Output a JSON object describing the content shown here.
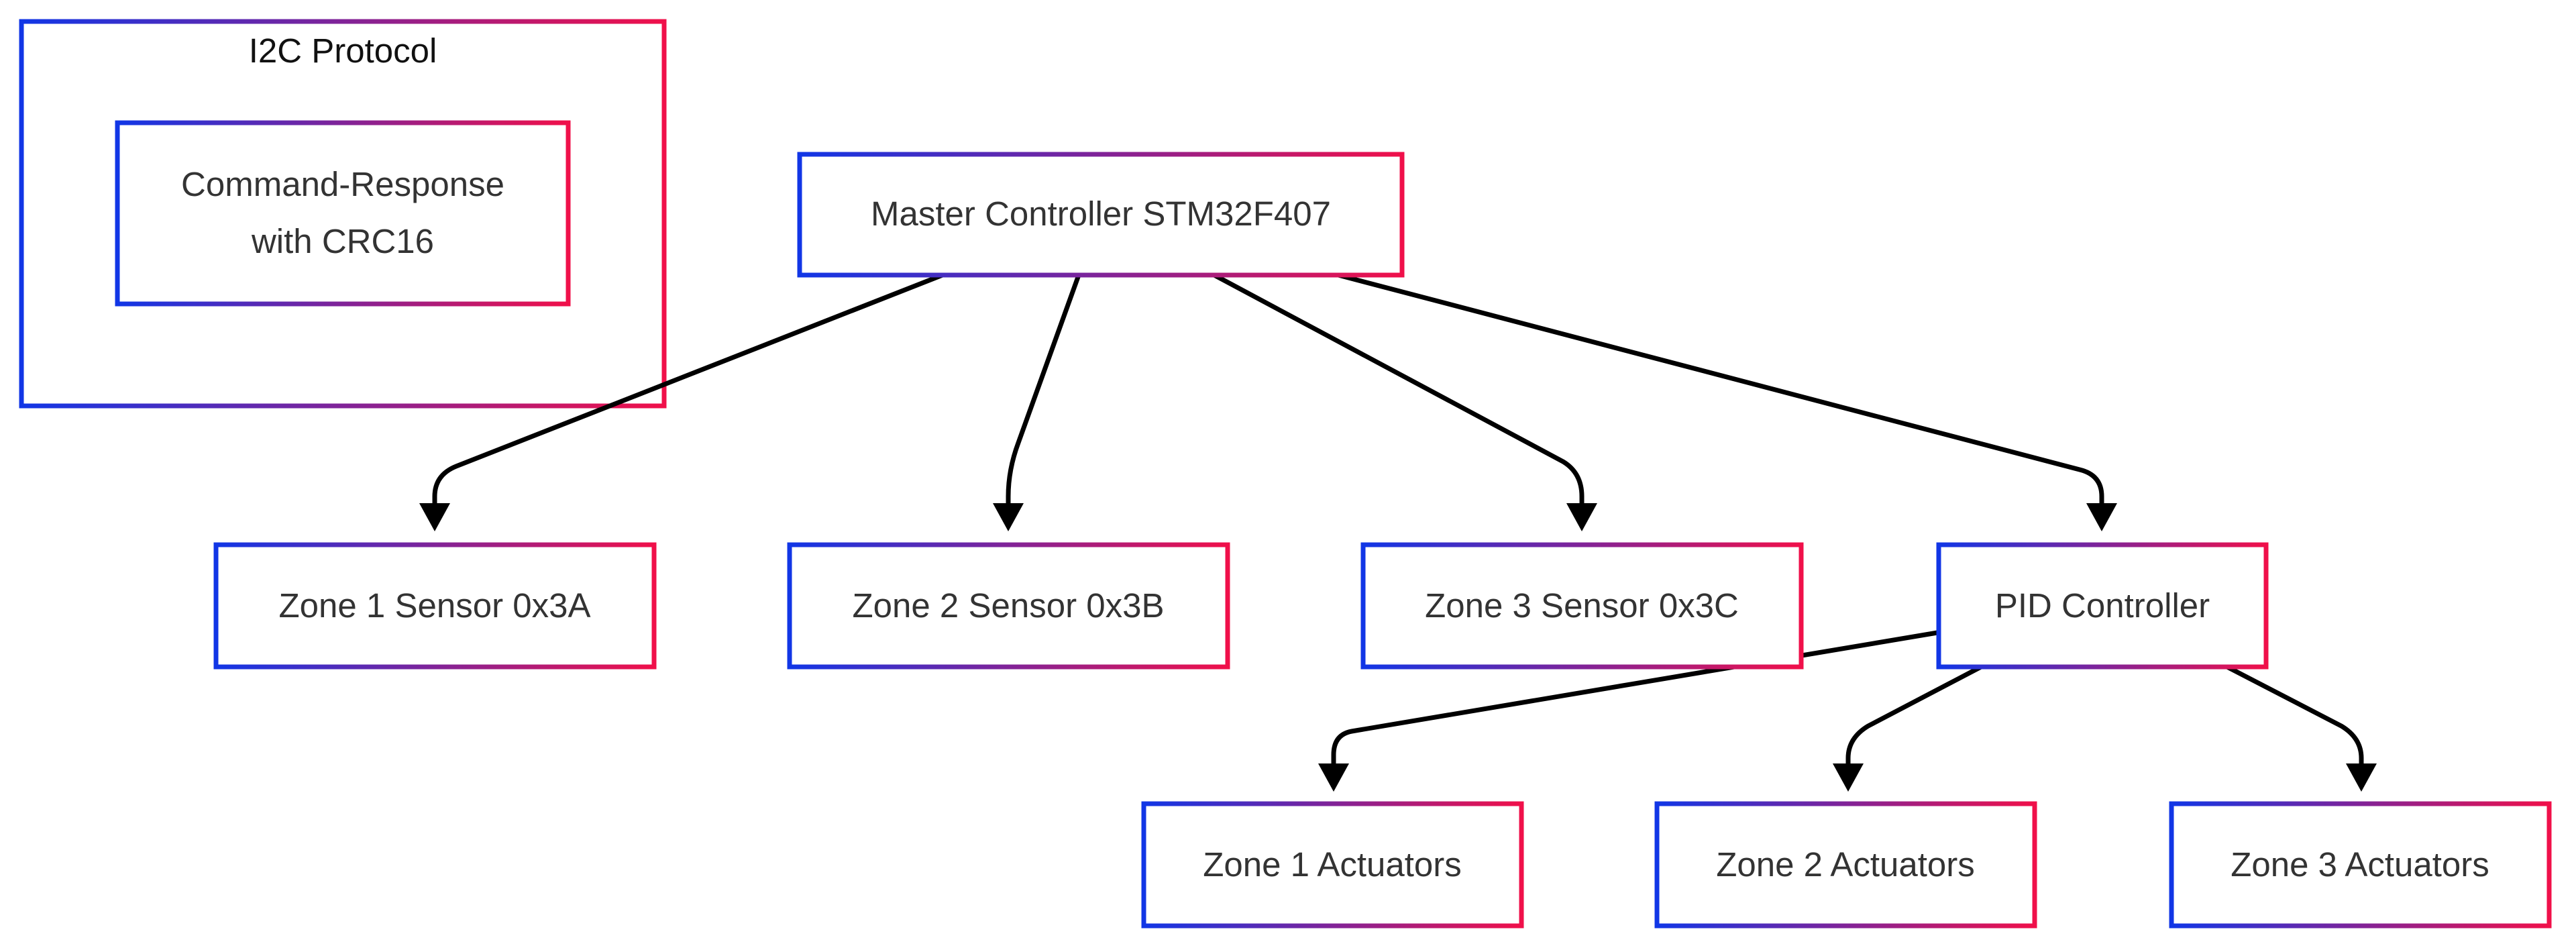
{
  "colors": {
    "border_start": "#1136e6",
    "border_end": "#f0104a",
    "edge": "#000000",
    "text": "#333333"
  },
  "group": {
    "title": "I2C Protocol",
    "node_line1": "Command-Response",
    "node_line2": "with CRC16"
  },
  "nodes": {
    "master": "Master Controller STM32F407",
    "zone1_sensor": "Zone 1 Sensor 0x3A",
    "zone2_sensor": "Zone 2 Sensor 0x3B",
    "zone3_sensor": "Zone 3 Sensor 0x3C",
    "pid": "PID Controller",
    "zone1_actuators": "Zone 1 Actuators",
    "zone2_actuators": "Zone 2 Actuators",
    "zone3_actuators": "Zone 3 Actuators"
  },
  "edges": [
    {
      "from": "Master Controller STM32F407",
      "to": "Zone 1 Sensor 0x3A"
    },
    {
      "from": "Master Controller STM32F407",
      "to": "Zone 2 Sensor 0x3B"
    },
    {
      "from": "Master Controller STM32F407",
      "to": "Zone 3 Sensor 0x3C"
    },
    {
      "from": "Master Controller STM32F407",
      "to": "PID Controller"
    },
    {
      "from": "PID Controller",
      "to": "Zone 1 Actuators"
    },
    {
      "from": "PID Controller",
      "to": "Zone 2 Actuators"
    },
    {
      "from": "PID Controller",
      "to": "Zone 3 Actuators"
    }
  ]
}
